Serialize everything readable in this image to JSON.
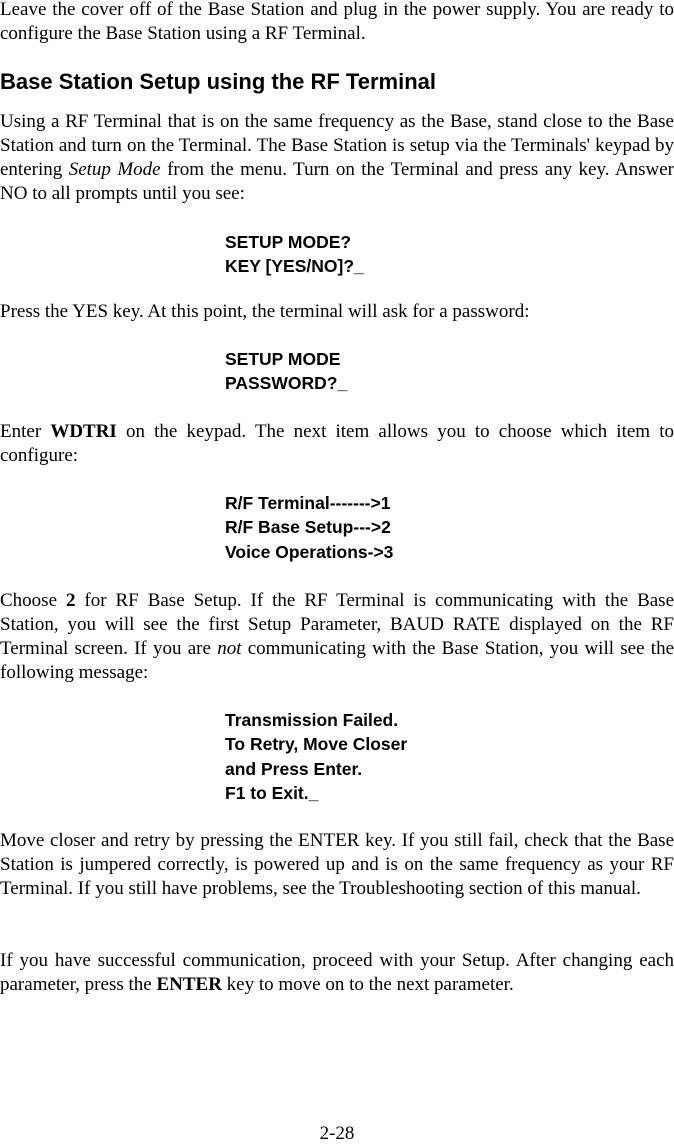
{
  "p1": "Leave the cover off of the Base Station and plug in the power supply.  You are ready to configure the Base Station using a RF Terminal.",
  "heading": "Base Station Setup using the RF Terminal",
  "p2": {
    "a": "Using a RF Terminal that is on the same frequency as the Base, stand close to the Base Station and turn on the Terminal. The Base Station is setup via the Terminals' keypad by entering ",
    "i": "Setup Mode",
    "b": " from the menu. Turn on the Terminal and press any key. Answer NO to all prompts until you see:"
  },
  "term1": [
    "SETUP MODE?",
    "KEY [YES/NO]?_"
  ],
  "p3": "Press the YES key.  At this point, the terminal will ask for a password:",
  "term2": [
    "SETUP MODE",
    "PASSWORD?_"
  ],
  "p4": {
    "a": "Enter ",
    "b": "WDTRI",
    "c": " on the keypad.  The next item allows you to choose which item to configure:"
  },
  "term3": [
    "R/F Terminal------->1",
    "R/F Base Setup--->2",
    "Voice Operations->3"
  ],
  "p5": {
    "a": "Choose ",
    "b": "2",
    "c": " for RF Base Setup. If the RF Terminal is communicating with the Base Station, you will see the first Setup Parameter, BAUD RATE displayed on the RF Terminal screen.  If you are ",
    "i": "not",
    "d": " communicating with the Base Station, you will see the following message:"
  },
  "term4": [
    "Transmission Failed.",
    "To Retry, Move Closer",
    "and Press Enter.",
    "F1 to Exit._"
  ],
  "p6": "Move closer and retry by pressing the ENTER key.  If you still fail, check that the Base Station is jumpered correctly, is powered up and is on the same frequency as your RF Terminal. If you still have problems, see the Troubleshooting section of this manual.",
  "p7": {
    "a": "If you have successful communication, proceed with your Setup. After changing each parameter, press the ",
    "b": "ENTER",
    "c": " key to move on to the next parameter."
  },
  "page_number": "2-28"
}
